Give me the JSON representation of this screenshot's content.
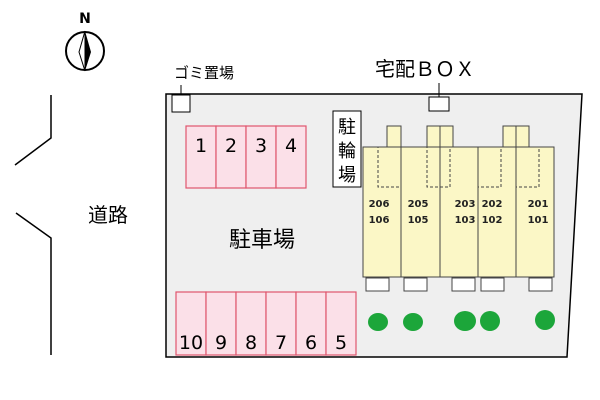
{
  "compass": {
    "label": "N"
  },
  "labels": {
    "garbage": "ゴミ置場",
    "delivery_box": "宅配ＢＯＸ",
    "bicycle_parking": [
      "駐",
      "輪",
      "場"
    ],
    "road": "道路",
    "parking": "駐車場"
  },
  "parking_top": [
    "1",
    "2",
    "3",
    "4"
  ],
  "parking_bottom": [
    "10",
    "9",
    "8",
    "7",
    "6",
    "5"
  ],
  "units": [
    {
      "upper": "206",
      "lower": "106"
    },
    {
      "upper": "205",
      "lower": "105"
    },
    {
      "upper": "203",
      "lower": "103"
    },
    {
      "upper": "202",
      "lower": "102"
    },
    {
      "upper": "201",
      "lower": "101"
    }
  ],
  "colors": {
    "parking_fill": "#fbe0e8",
    "parking_stroke": "#e0566e",
    "unit_fill": "#fbf7c6",
    "tree": "#1ca63a"
  }
}
